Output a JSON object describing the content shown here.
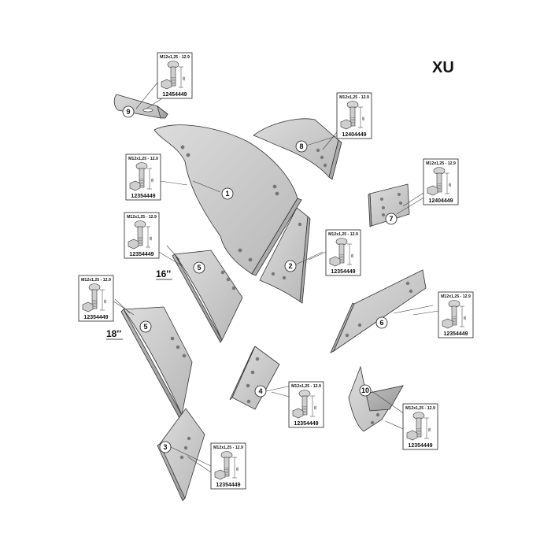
{
  "title": "XU",
  "bolts": [
    {
      "id": "bolt-9",
      "spec": "M12x1,25 - 12.9",
      "code": "12454449",
      "length": "40"
    },
    {
      "id": "bolt-8",
      "spec": "M12x1,25 - 12.9",
      "code": "12404449",
      "length": "40"
    },
    {
      "id": "bolt-1",
      "spec": "M12x1,25 - 12.9",
      "code": "12354449",
      "length": "35"
    },
    {
      "id": "bolt-7",
      "spec": "M12x1,25 - 12.9",
      "code": "12404449",
      "length": "40"
    },
    {
      "id": "bolt-5a",
      "spec": "M12x1,25 - 12.9",
      "code": "12354449",
      "length": "35"
    },
    {
      "id": "bolt-2",
      "spec": "M12x1,25 - 12.9",
      "code": "12354449",
      "length": "35"
    },
    {
      "id": "bolt-5b",
      "spec": "M12x1,25 - 12.9",
      "code": "12354449",
      "length": "35"
    },
    {
      "id": "bolt-6",
      "spec": "M12x1,25 - 12.9",
      "code": "12354449",
      "length": "35"
    },
    {
      "id": "bolt-4",
      "spec": "M12x1,25 - 12.9",
      "code": "12354449",
      "length": "35"
    },
    {
      "id": "bolt-10",
      "spec": "M12x1,25 - 12.9",
      "code": "12354449",
      "length": "35"
    },
    {
      "id": "bolt-3",
      "spec": "M12x1,25 - 12.9",
      "code": "12354449",
      "length": "35"
    }
  ],
  "parts": [
    {
      "number": "1"
    },
    {
      "number": "2"
    },
    {
      "number": "3"
    },
    {
      "number": "4"
    },
    {
      "number": "5"
    },
    {
      "number": "5"
    },
    {
      "number": "6"
    },
    {
      "number": "7"
    },
    {
      "number": "8"
    },
    {
      "number": "9"
    },
    {
      "number": "10"
    }
  ],
  "sizes": [
    "16''",
    "18''"
  ],
  "colors": {
    "part_fill": "#c9c9c9",
    "part_stroke": "#333333",
    "background": "#ffffff"
  }
}
